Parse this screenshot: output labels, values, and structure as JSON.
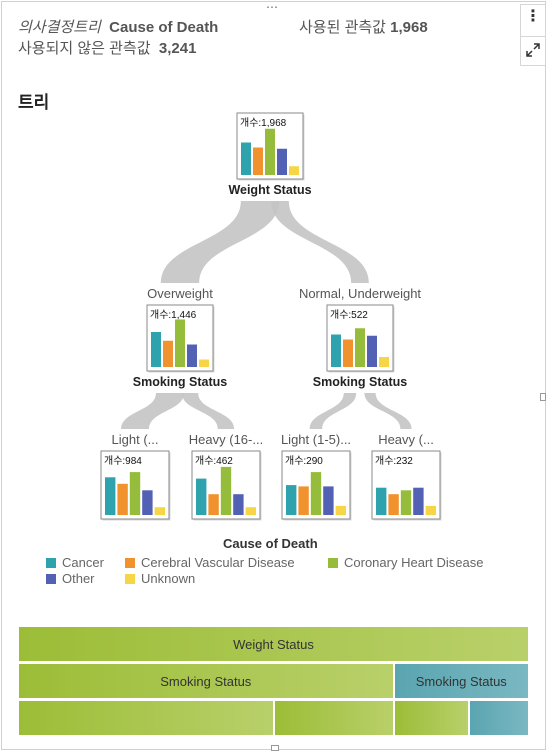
{
  "header": {
    "object_type": "의사결정트리",
    "response_variable": "Cause of Death",
    "used_label": "사용된 관측값",
    "used_value": "1,968",
    "unused_label": "사용되지 않은 관측값",
    "unused_value": "3,241"
  },
  "toolbar": {
    "more_icon": "more-vertical-icon",
    "expand_icon": "maximize-icon"
  },
  "tree_title": "트리",
  "colors": {
    "Cancer": "#2ea3ad",
    "Cerebral Vascular Disease": "#f0932f",
    "Coronary Heart Disease": "#95bd3b",
    "Other": "#5361b5",
    "Unknown": "#f6d646"
  },
  "chart_data": {
    "type": "bar",
    "title": "Cause of Death",
    "categories": [
      "Cancer",
      "Cerebral Vascular Disease",
      "Coronary Heart Disease",
      "Other",
      "Unknown"
    ],
    "nodes": [
      {
        "id": "root",
        "name": "Weight Status",
        "branch": "",
        "count_text": "개수:1,968",
        "count": 1968,
        "values": [
          0.26,
          0.22,
          0.37,
          0.21,
          0.07
        ]
      },
      {
        "id": "n1",
        "name": "Smoking Status",
        "branch": "Overweight",
        "count_text": "개수:1,446",
        "count": 1446,
        "values": [
          0.28,
          0.21,
          0.38,
          0.18,
          0.06
        ]
      },
      {
        "id": "n2",
        "name": "Smoking Status",
        "branch": "Normal, Underweight",
        "count_text": "개수:522",
        "count": 522,
        "values": [
          0.26,
          0.22,
          0.31,
          0.25,
          0.08
        ]
      },
      {
        "id": "n3",
        "name": "",
        "branch": "Light (...",
        "count_text": "개수:984",
        "count": 984,
        "values": [
          0.29,
          0.24,
          0.33,
          0.19,
          0.06
        ]
      },
      {
        "id": "n4",
        "name": "",
        "branch": "Heavy (16-...",
        "count_text": "개수:462",
        "count": 462,
        "values": [
          0.28,
          0.16,
          0.37,
          0.16,
          0.06
        ]
      },
      {
        "id": "n5",
        "name": "",
        "branch": "Light (1-5)...",
        "count_text": "개수:290",
        "count": 290,
        "values": [
          0.23,
          0.22,
          0.33,
          0.22,
          0.07
        ]
      },
      {
        "id": "n6",
        "name": "",
        "branch": "Heavy (...",
        "count_text": "개수:232",
        "count": 232,
        "values": [
          0.21,
          0.16,
          0.19,
          0.21,
          0.07
        ]
      }
    ],
    "edges": [
      {
        "from": "root",
        "to": "n1"
      },
      {
        "from": "root",
        "to": "n2"
      },
      {
        "from": "n1",
        "to": "n3"
      },
      {
        "from": "n1",
        "to": "n4"
      },
      {
        "from": "n2",
        "to": "n5"
      },
      {
        "from": "n2",
        "to": "n6"
      }
    ],
    "legend": {
      "title": "Cause of Death",
      "items": [
        "Cancer",
        "Cerebral Vascular Disease",
        "Coronary Heart Disease",
        "Other",
        "Unknown"
      ]
    }
  },
  "icicle": {
    "level1": [
      {
        "label": "Weight Status",
        "fraction": 1.0,
        "color": "green"
      }
    ],
    "level2": [
      {
        "label": "Smoking Status",
        "fraction": 0.735,
        "color": "green"
      },
      {
        "label": "Smoking Status",
        "fraction": 0.265,
        "color": "teal"
      }
    ],
    "level3": [
      {
        "label": "",
        "fraction": 0.5,
        "color": "green"
      },
      {
        "label": "",
        "fraction": 0.235,
        "color": "green"
      },
      {
        "label": "",
        "fraction": 0.147,
        "color": "green"
      },
      {
        "label": "",
        "fraction": 0.118,
        "color": "teal"
      }
    ]
  }
}
